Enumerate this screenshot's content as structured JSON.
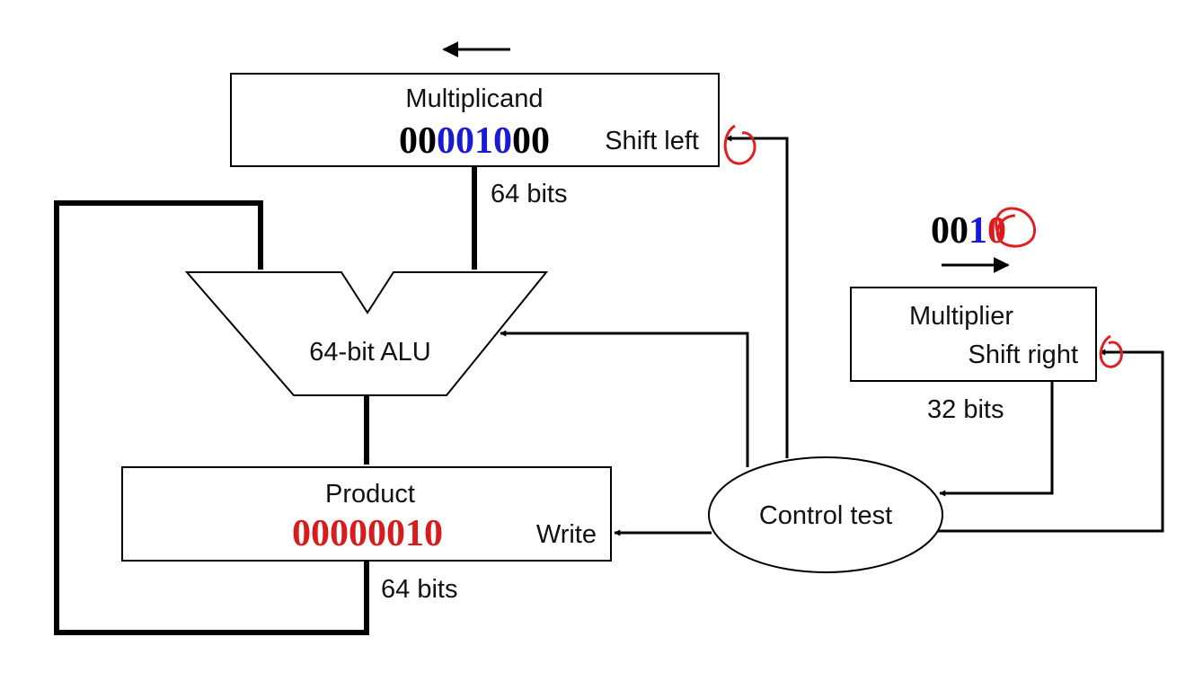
{
  "multiplicand": {
    "title": "Multiplicand",
    "digits": [
      "0",
      "0",
      "0",
      "0",
      "1",
      "0",
      "0",
      "0"
    ],
    "digit_colors": [
      "#000000",
      "#000000",
      "#1a1ad6",
      "#1a1ad6",
      "#1a1ad6",
      "#1a1ad6",
      "#000000",
      "#000000"
    ],
    "control": "Shift left",
    "width_label": "64 bits"
  },
  "alu": {
    "label": "64-bit ALU"
  },
  "product": {
    "title": "Product",
    "value": "00000010",
    "value_color": "#d81b1b",
    "control": "Write",
    "width_label": "64 bits"
  },
  "multiplier": {
    "title": "Multiplier",
    "control": "Shift right",
    "width_label": "32 bits",
    "digits": [
      "0",
      "0",
      "1",
      "0"
    ],
    "digit_colors": [
      "#000000",
      "#000000",
      "#1a1ad6",
      "#d81b1b"
    ]
  },
  "control_test": {
    "label": "Control test"
  },
  "colors": {
    "line": "#000000",
    "annotation": "#e02020",
    "highlight_blue": "#1a1ad6",
    "highlight_red": "#d81b1b"
  }
}
